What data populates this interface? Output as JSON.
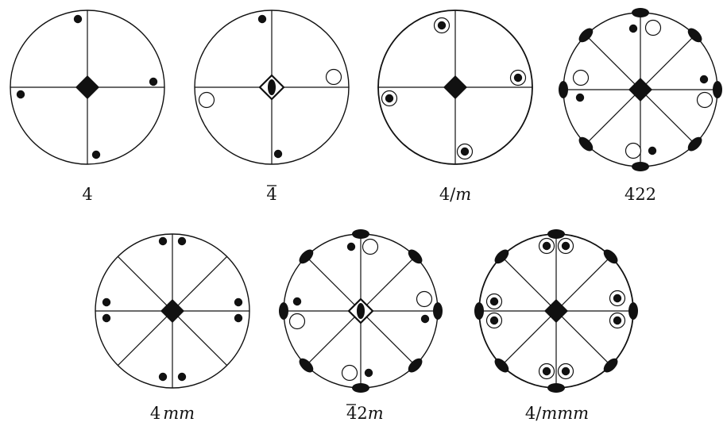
{
  "figure": {
    "panels": [
      {
        "id": "p4",
        "label": "4",
        "bar": "",
        "lines": 2,
        "axis": "solid",
        "mirror_circle": false,
        "twofold": false,
        "dots": [
          [
            98,
            24
          ],
          [
            193,
            103
          ],
          [
            26,
            119
          ],
          [
            121,
            195
          ]
        ],
        "open": [],
        "ringed": [],
        "minor": []
      },
      {
        "id": "p4bar",
        "label": "4",
        "bar": "4",
        "lines": 2,
        "axis": "rotoinversion",
        "mirror_circle": false,
        "twofold": false,
        "dots": [
          [
            330,
            24
          ],
          [
            350,
            194
          ]
        ],
        "open": [
          [
            420,
            97
          ],
          [
            260,
            126
          ]
        ],
        "ringed": [],
        "minor": []
      },
      {
        "id": "p4m",
        "label": "4/m",
        "bar": "",
        "lines": 2,
        "axis": "solid",
        "mirror_circle": true,
        "twofold": false,
        "dots": [],
        "open": [],
        "ringed": [
          [
            556,
            32
          ],
          [
            652,
            98
          ],
          [
            490,
            124
          ],
          [
            585,
            191
          ]
        ],
        "minor": []
      },
      {
        "id": "p422",
        "label": "422",
        "bar": "",
        "lines": 4,
        "axis": "solid",
        "mirror_circle": false,
        "twofold": true,
        "dots": [
          [
            797,
            36
          ],
          [
            886,
            100
          ],
          [
            730,
            123
          ],
          [
            821,
            190
          ]
        ],
        "open": [
          [
            822,
            35
          ],
          [
            887,
            126
          ],
          [
            731,
            98
          ],
          [
            797,
            190
          ]
        ],
        "ringed": [],
        "minor": []
      },
      {
        "id": "p4mm",
        "label": "4mm",
        "bar": "",
        "lines": 4,
        "axis": "solid",
        "mirror_circle": false,
        "twofold": false,
        "dots": [
          [
            205,
            304
          ],
          [
            229,
            304
          ],
          [
            134,
            381
          ],
          [
            134,
            401
          ],
          [
            300,
            381
          ],
          [
            300,
            401
          ],
          [
            205,
            475
          ],
          [
            229,
            475
          ]
        ],
        "open": [],
        "ringed": [],
        "minor": []
      },
      {
        "id": "p42m",
        "label": "42m",
        "bar": "4",
        "lines": 4,
        "axis": "rotoinversion",
        "mirror_circle": false,
        "twofold": true,
        "dots": [
          [
            442,
            311
          ],
          [
            374,
            380
          ],
          [
            535,
            402
          ],
          [
            464,
            470
          ]
        ],
        "open": [
          [
            466,
            311
          ],
          [
            374,
            405
          ],
          [
            534,
            377
          ],
          [
            440,
            470
          ]
        ],
        "ringed": [],
        "minor": []
      },
      {
        "id": "p4mmm",
        "label": "4/mmm",
        "bar": "",
        "lines": 4,
        "axis": "solid",
        "mirror_circle": true,
        "twofold": true,
        "dots": [],
        "open": [],
        "ringed": [
          [
            688,
            310
          ],
          [
            712,
            310
          ],
          [
            622,
            380
          ],
          [
            622,
            404
          ],
          [
            777,
            376
          ],
          [
            777,
            404
          ],
          [
            688,
            468
          ],
          [
            712,
            468
          ]
        ],
        "minor": []
      }
    ],
    "labels": {
      "p4": "4",
      "p4bar": "4",
      "p4m_num": "4/",
      "p4m_it": "m",
      "p422": "422",
      "p4mm_num": "4",
      "p4mm_it": "mm",
      "p42m_num": "42",
      "p42m_it": "m",
      "p4mmm_num": "4/",
      "p4mmm_it": "mmm"
    }
  }
}
